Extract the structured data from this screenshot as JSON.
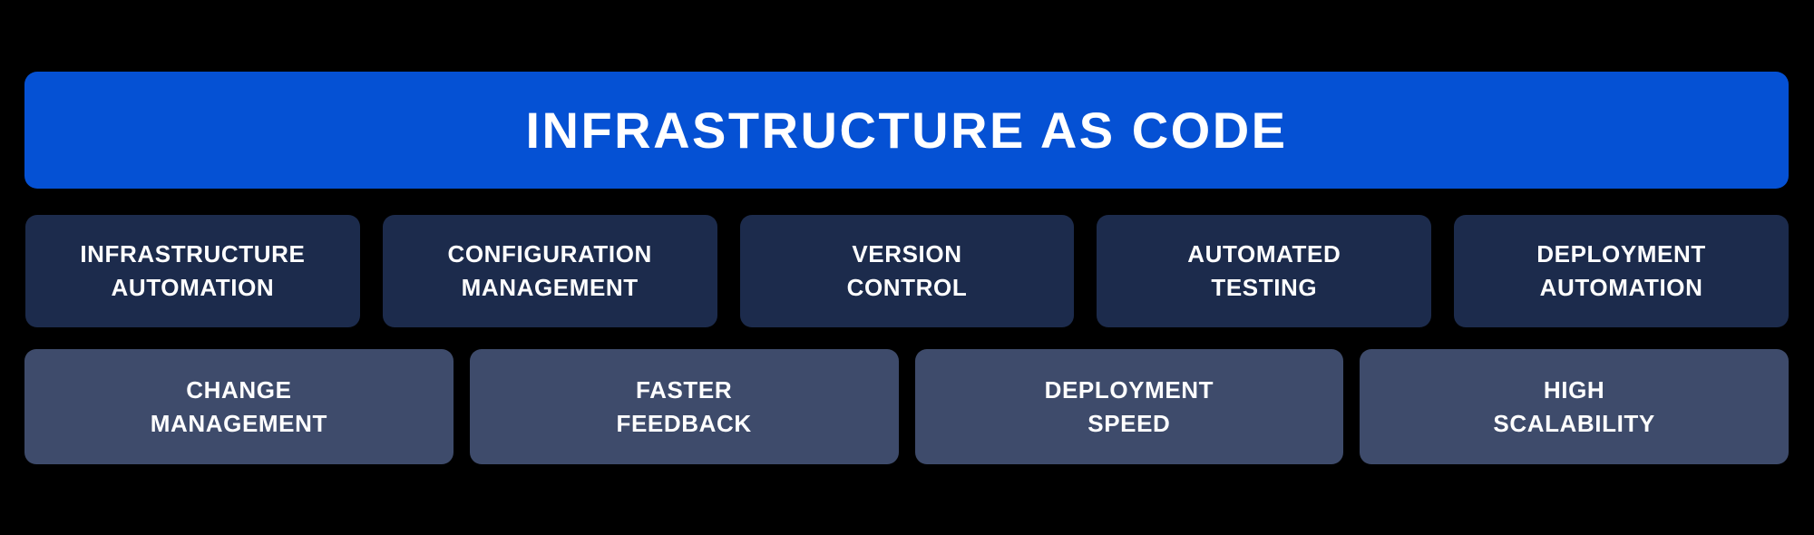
{
  "colors": {
    "background": "#000000",
    "header_box": "#0551D4",
    "component_box": "#1C2B4C",
    "benefit_box": "#3E4B6B",
    "text": "#FFFFFF"
  },
  "header": {
    "title": "INFRASTRUCTURE AS CODE"
  },
  "components": [
    {
      "label": "INFRASTRUCTURE\nAUTOMATION"
    },
    {
      "label": "CONFIGURATION\nMANAGEMENT"
    },
    {
      "label": "VERSION\nCONTROL"
    },
    {
      "label": "AUTOMATED\nTESTING"
    },
    {
      "label": "DEPLOYMENT\nAUTOMATION"
    }
  ],
  "benefits": [
    {
      "label": "CHANGE\nMANAGEMENT"
    },
    {
      "label": "FASTER\nFEEDBACK"
    },
    {
      "label": "DEPLOYMENT\nSPEED"
    },
    {
      "label": "HIGH\nSCALABILITY"
    }
  ]
}
